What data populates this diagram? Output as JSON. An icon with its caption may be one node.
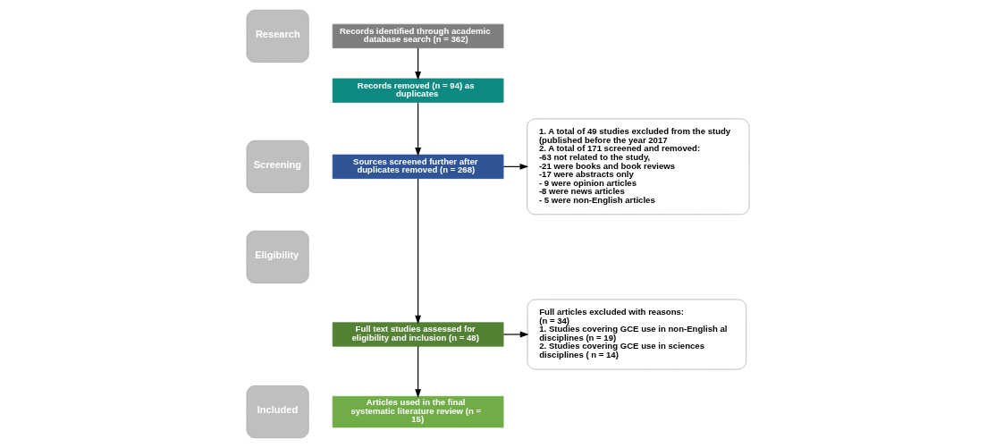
{
  "diagram": {
    "nodes": [
      {
        "text": [
          "Research"
        ]
      },
      {
        "text": [
          "Screening"
        ]
      },
      {
        "text": [
          "Eligibility"
        ]
      },
      {
        "text": [
          "Included"
        ]
      },
      {
        "text": [
          "Records identified through academic database search (n = 362)"
        ]
      },
      {
        "text": [
          "Records removed (n = 94) as duplicates"
        ]
      },
      {
        "text": [
          "Sources screened further after duplicates removed (n = 268)"
        ]
      },
      {
        "text": [
          "Full text studies assessed for eligibility and inclusion (n = 48)"
        ]
      },
      {
        "text": [
          "Articles used in the final systematic literature review (n = 15)"
        ]
      },
      {
        "text": [
          "1. A total of 49 studies excluded from the study (published before the year 2017",
          "2. A total of 171 screened and removed:",
          "-63 not related to the study,",
          "-21 were books and book reviews",
          "-17 were abstracts only",
          "- 9 were opinion articles",
          "-8 were news articles",
          "- 5 were non-English articles"
        ]
      },
      {
        "text": [
          "Full articles excluded with reasons:",
          "(n = 34)",
          "1. Studies covering GCE use in non-English al disciplines (n = 19)",
          "2. Studies covering GCE use in sciences disciplines ( n = 14)"
        ]
      }
    ],
    "edges": [
      {
        "from": 4,
        "to": 5,
        "arrow": "to"
      },
      {
        "from": 5,
        "to": 6,
        "arrow": "to"
      },
      {
        "from": 6,
        "to": 7,
        "arrow": "to"
      },
      {
        "from": 7,
        "to": 8,
        "arrow": "to"
      },
      {
        "from": 6,
        "to": 9,
        "arrow": "to"
      },
      {
        "from": 7,
        "to": 10,
        "arrow": "to"
      }
    ]
  }
}
